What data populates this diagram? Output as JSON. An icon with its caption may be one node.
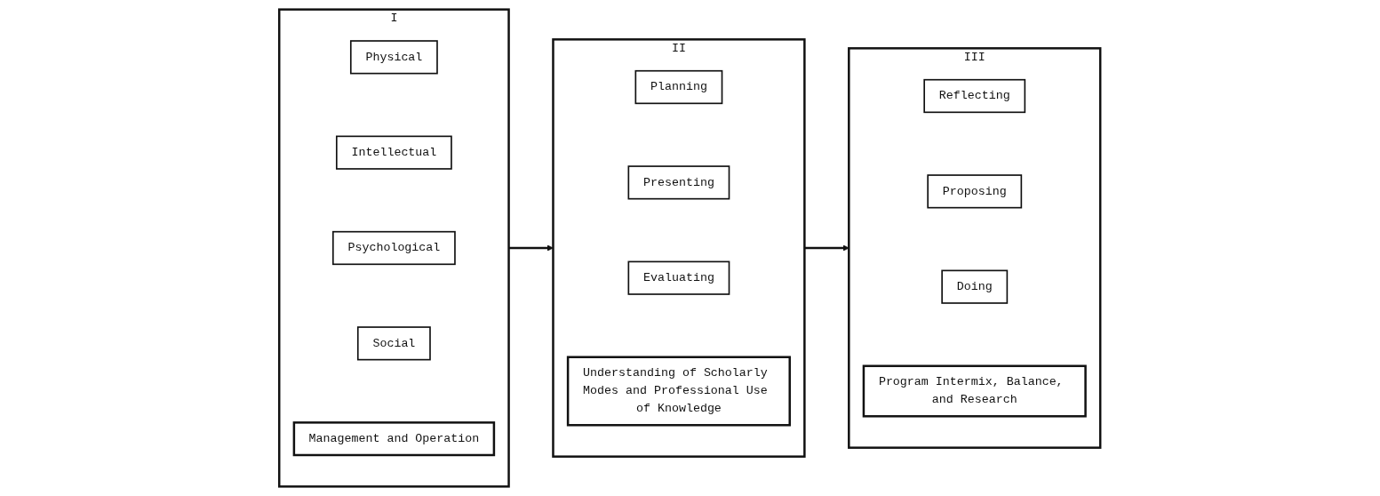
{
  "diagram": {
    "nodes": [
      {
        "text": [
          "I"
        ]
      },
      {
        "text": [
          "Physical"
        ],
        "in": 0
      },
      {
        "text": [
          "Intellectual"
        ],
        "in": 0
      },
      {
        "text": [
          "Psychological"
        ],
        "in": 0
      },
      {
        "text": [
          "Social"
        ],
        "in": 0
      },
      {
        "text": [
          "Management and Operation"
        ],
        "in": 0
      },
      {
        "text": [
          "II"
        ]
      },
      {
        "text": [
          "Planning"
        ],
        "in": 6
      },
      {
        "text": [
          "Presenting"
        ],
        "in": 6
      },
      {
        "text": [
          "Evaluating"
        ],
        "in": 6
      },
      {
        "text": [
          "Understanding of Scholarly Modes and Professional Use of Knowledge"
        ],
        "in": 6
      },
      {
        "text": [
          "III"
        ]
      },
      {
        "text": [
          "Reflecting"
        ],
        "in": 11
      },
      {
        "text": [
          "Proposing"
        ],
        "in": 11
      },
      {
        "text": [
          "Doing"
        ],
        "in": 11
      },
      {
        "text": [
          "Program Intermix, Balance, and Research"
        ],
        "in": 11
      }
    ],
    "edges": [
      {
        "from": 0,
        "to": 6,
        "arrow": "to"
      },
      {
        "from": 6,
        "to": 11,
        "arrow": "to"
      }
    ]
  }
}
